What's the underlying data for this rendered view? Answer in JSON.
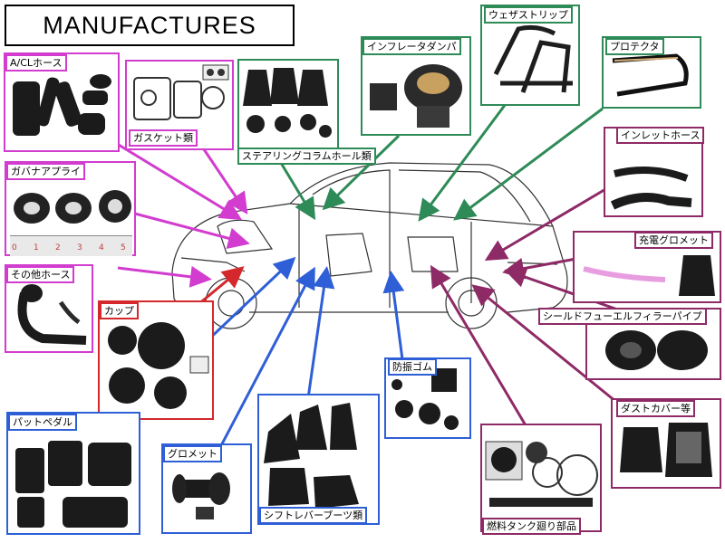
{
  "title": "MANUFACTURES",
  "labels": {
    "ac_hose": "A/CLホース",
    "gasket": "ガスケット類",
    "steering_column": "ステアリングコラムホール類",
    "inflator_damper": "インフレータダンパ",
    "weather_strip": "ウェザストリップ",
    "protector": "プロテクタ",
    "inlet_hose": "インレットホース",
    "charge_grommet": "充電グロメット",
    "governor_supply": "ガバナアプライ",
    "other_hose": "その他ホース",
    "cup": "カップ",
    "shield_filler_pipe": "シールドフューエルフィラーパイプ",
    "anti_vibration": "防振ゴム",
    "dust_cover": "ダストカバー等",
    "pad_pedal": "パットペダル",
    "grommet": "グロメット",
    "shift_lever_boots": "シフトレバーブーツ類",
    "fuel_tank_parts": "燃料タンク廻り部品"
  },
  "ruler_ticks": [
    "0",
    "1",
    "2",
    "3",
    "4",
    "5"
  ],
  "colors": {
    "magenta": "#d23ccf",
    "green": "#2e8b57",
    "blue": "#2f5fd6",
    "purple": "#8e2a66",
    "red": "#d4282c"
  }
}
